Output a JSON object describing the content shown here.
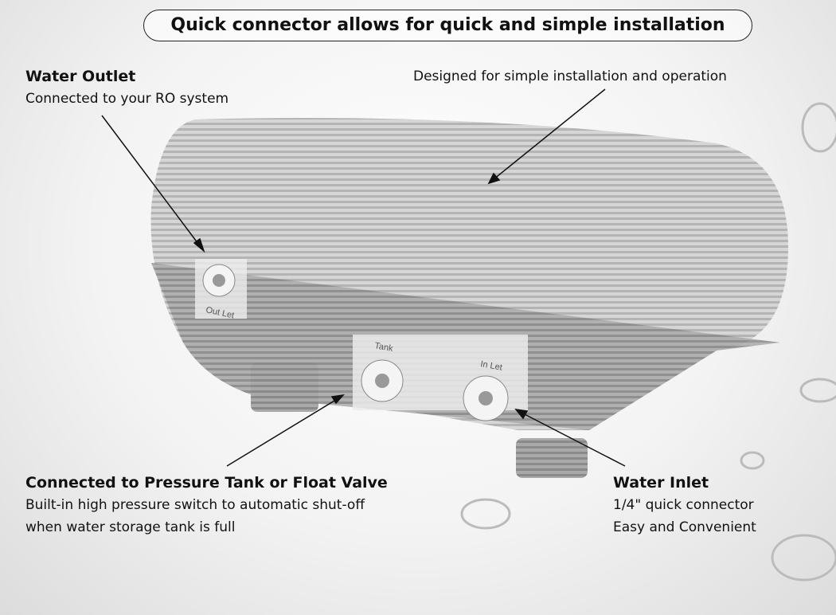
{
  "title": "Quick connector allows for quick and simple installation",
  "callouts": {
    "outlet": {
      "heading": "Water Outlet",
      "text": "Connected to your RO system"
    },
    "design": {
      "text": "Designed for simple installation and operation"
    },
    "tank": {
      "heading": "Connected to Pressure Tank or Float Valve",
      "line1": "Built-in high pressure switch to automatic shut-off",
      "line2": "when water storage tank is full"
    },
    "inlet": {
      "heading": "Water Inlet",
      "line1": "1/4\" quick connector",
      "line2": "Easy and Convenient"
    }
  },
  "device_labels": {
    "out": "Out Let",
    "tank": "Tank",
    "in": "In Let"
  }
}
